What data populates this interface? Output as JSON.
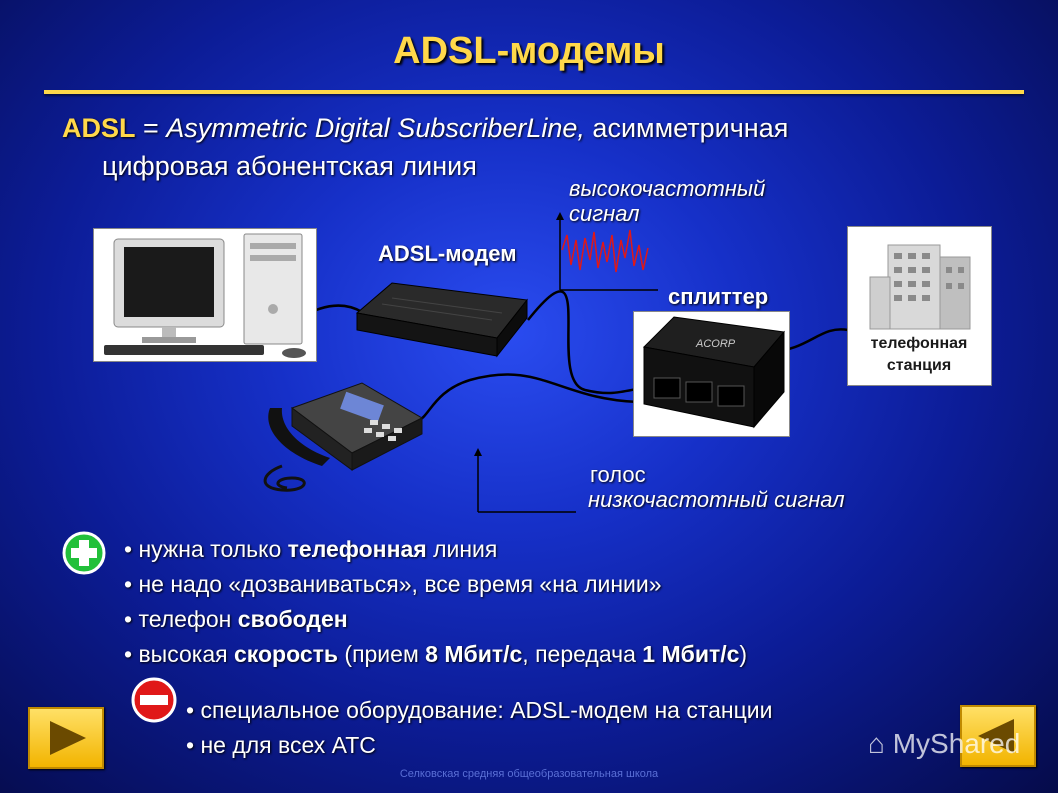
{
  "slide": {
    "title": "ADSL-модемы",
    "definition": {
      "term": "ADSL",
      "equals": " = ",
      "english": "Asymmetric Digital SubscriberLine,",
      "russian_part1": " асимметричная",
      "russian_part2": "цифровая абонентская линия"
    }
  },
  "diagram": {
    "high_freq_line1": "высокочастотный",
    "high_freq_line2": "сигнал",
    "modem_label": "ADSL-модем",
    "splitter_label": "сплиттер",
    "voice_line1": "голос",
    "voice_line2": "низкочастотный сигнал",
    "station_line1": "телефонная",
    "station_line2": "станция",
    "splitter_brand": "ACORP"
  },
  "pros": {
    "items": [
      {
        "pre": "нужна только ",
        "bold": "телефонная",
        "post": " линия"
      },
      {
        "pre": "не надо «дозваниваться», все время «на линии»",
        "bold": "",
        "post": ""
      },
      {
        "pre": "телефон ",
        "bold": "свободен",
        "post": ""
      },
      {
        "pre": "высокая ",
        "bold": "скорость",
        "post": " (прием ",
        "bold2": "8 Мбит/с",
        "post2": ", передача ",
        "bold3": "1 Мбит/с",
        "post3": ")"
      }
    ]
  },
  "cons": {
    "items": [
      "специальное оборудование: ADSL-модем на станции",
      "не для всех АТС"
    ]
  },
  "footer": {
    "text": "Селковская средняя общеобразовательная школа",
    "watermark": "MyShared"
  },
  "colors": {
    "accent": "#ffd84a",
    "plus": "#22c03a",
    "minus": "#e01818"
  }
}
